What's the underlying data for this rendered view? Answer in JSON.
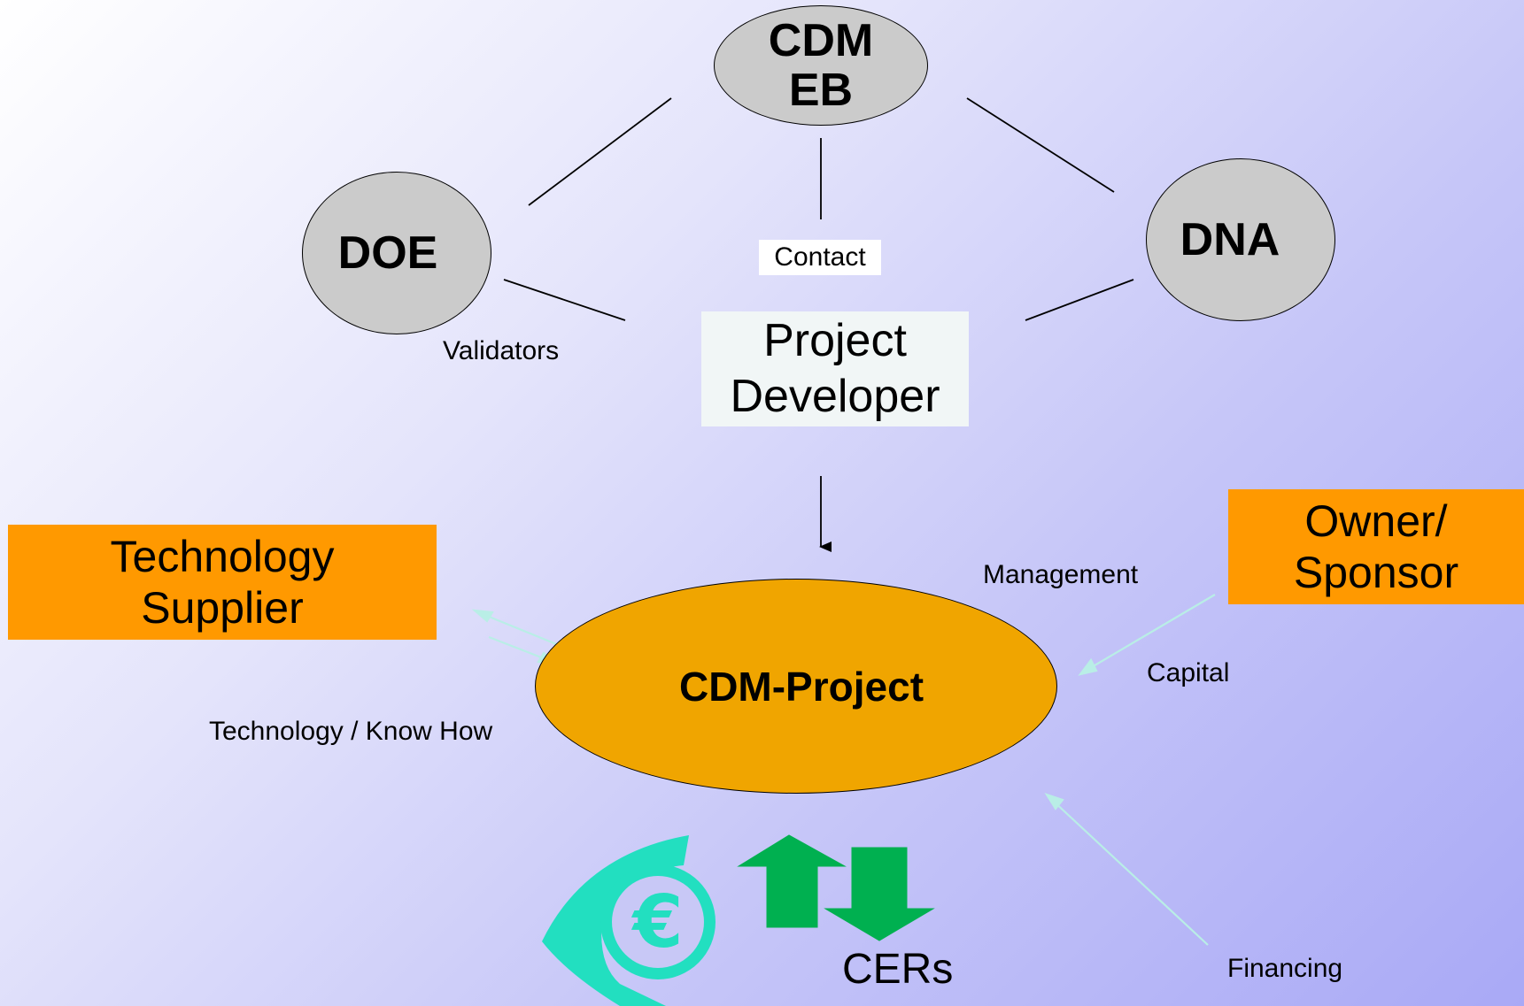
{
  "nodes": {
    "cdm_eb": [
      "CDM",
      "EB"
    ],
    "doe": "DOE",
    "dna": "DNA",
    "project_developer": [
      "Project",
      "Developer"
    ],
    "technology_supplier": [
      "Technology",
      "Supplier"
    ],
    "owner_sponsor": [
      "Owner/",
      "Sponsor"
    ],
    "cdm_project": "CDM-Project"
  },
  "labels": {
    "contact": "Contact",
    "validators": "Validators",
    "management": "Management",
    "capital": "Capital",
    "technology_know_how": "Technology / Know How",
    "financing": "Financing",
    "cers": "CERs",
    "euro_symbol": "€"
  },
  "colors": {
    "grey_node": "#cbcbcb",
    "orange_box": "#ff9900",
    "project_fill": "#f0a500",
    "arrow_light": "#b9eee6",
    "green_arrow": "#00b050",
    "euro_teal": "#22dfc0"
  }
}
